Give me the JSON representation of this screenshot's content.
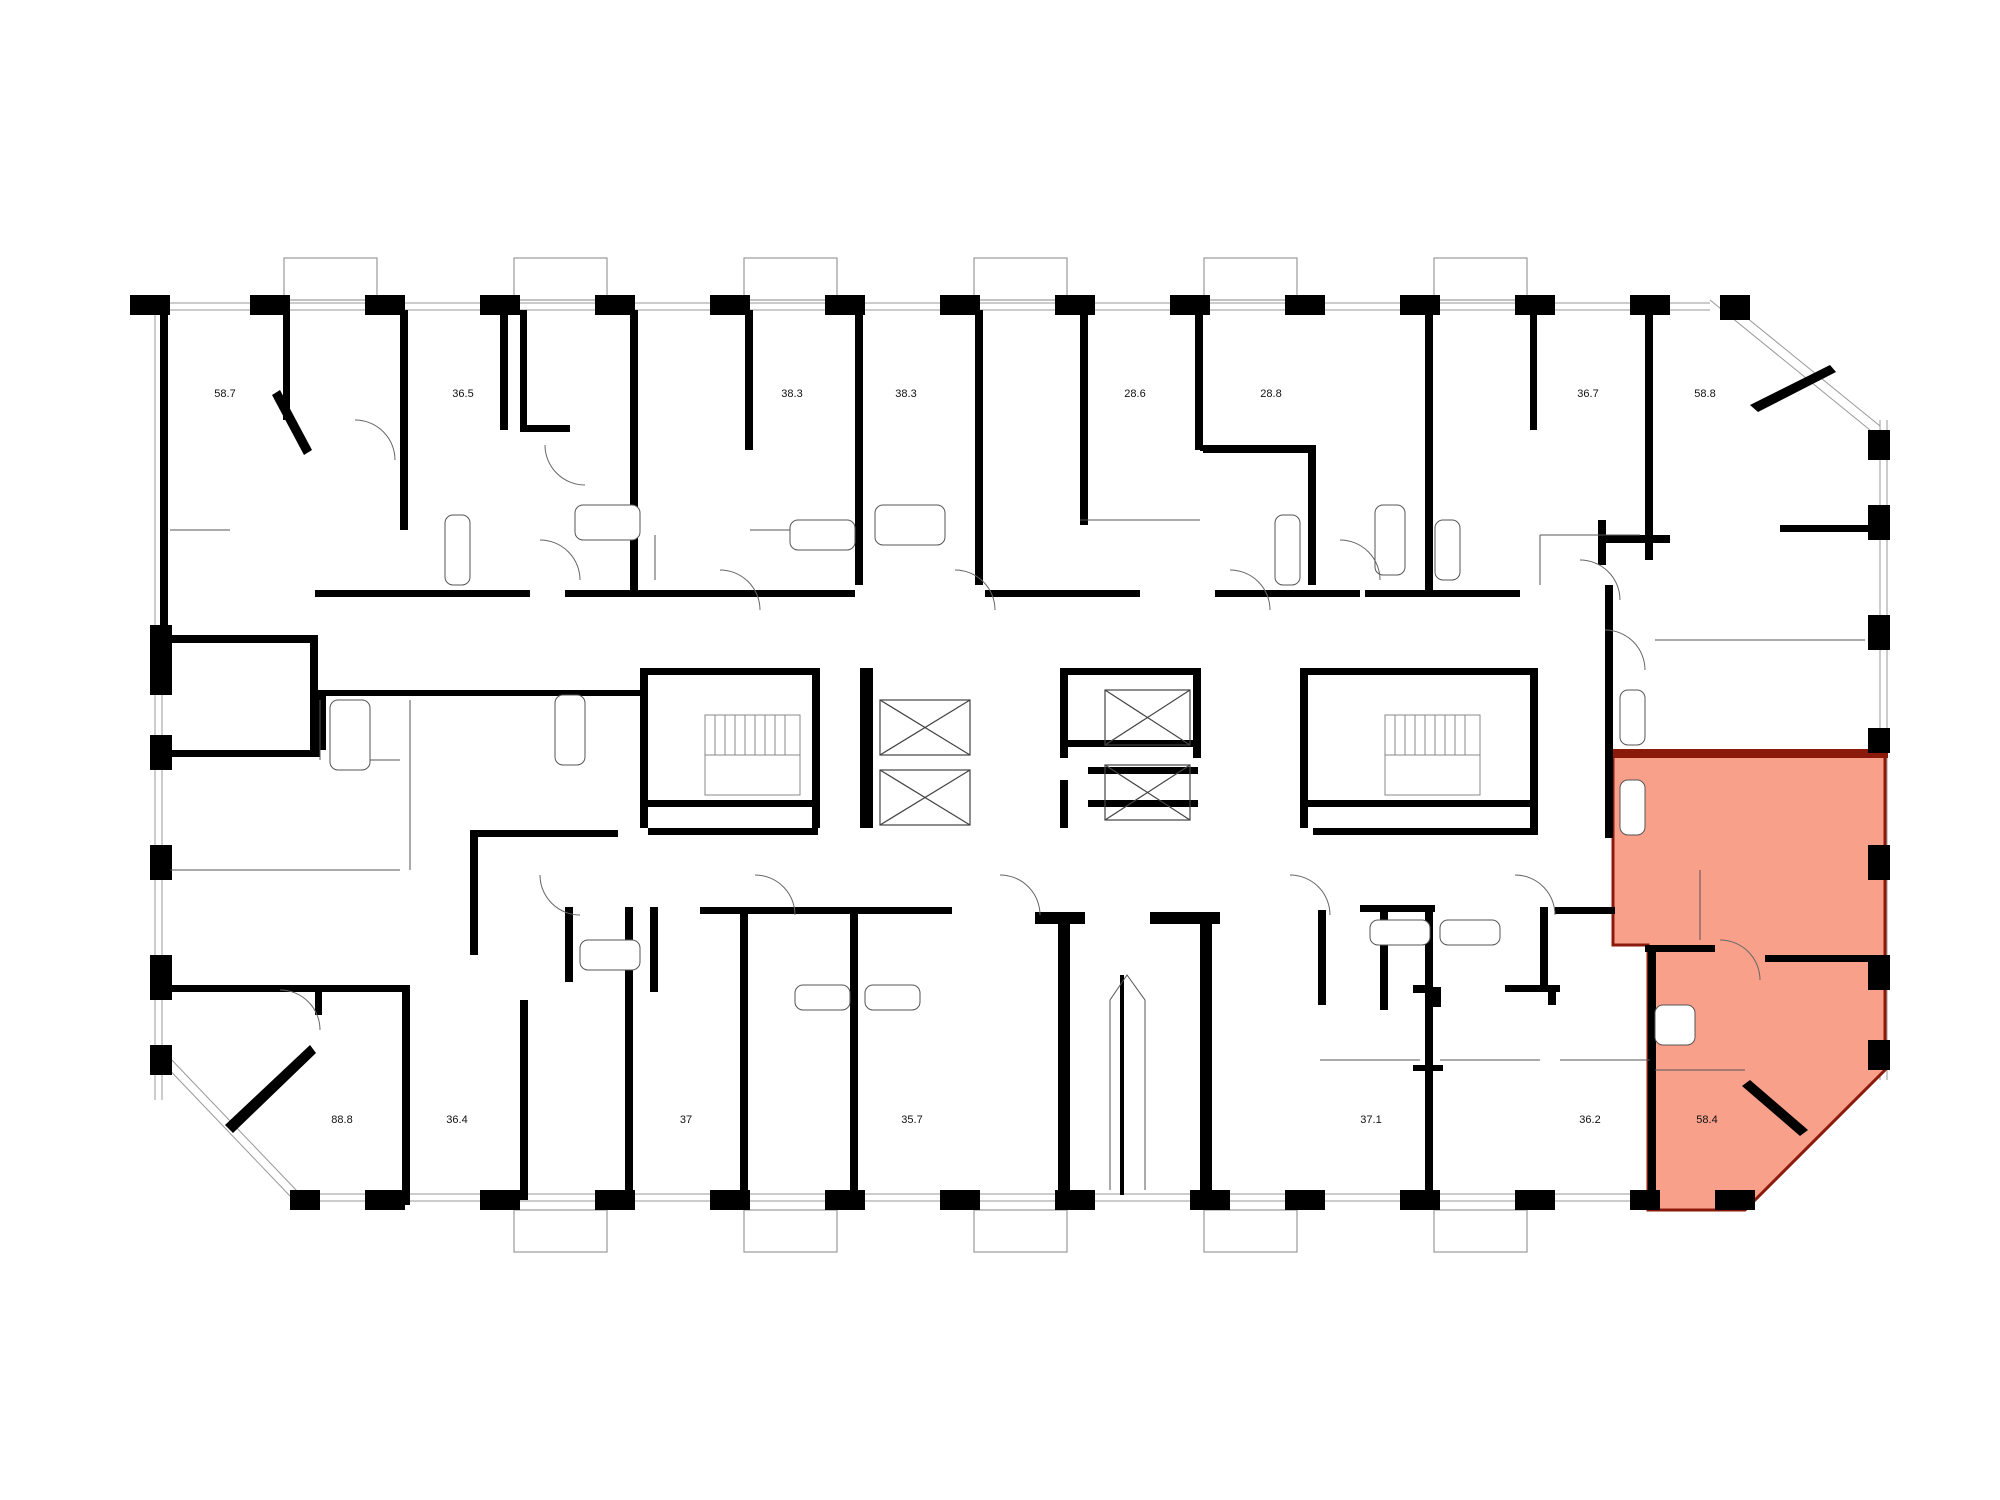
{
  "floor_plan": {
    "highlight_color": "#F8A08A",
    "highlight_outline": "#8B1A0A",
    "selected_apartment": {
      "area": "58.4"
    },
    "apartments_top": [
      {
        "id": "t1",
        "area": "58.7"
      },
      {
        "id": "t2",
        "area": "36.5"
      },
      {
        "id": "t3",
        "area": "38.3"
      },
      {
        "id": "t4",
        "area": "38.3"
      },
      {
        "id": "t5",
        "area": "28.6"
      },
      {
        "id": "t6",
        "area": "28.8"
      },
      {
        "id": "t7",
        "area": "36.7"
      },
      {
        "id": "t8",
        "area": "58.8"
      }
    ],
    "apartments_bottom": [
      {
        "id": "b1",
        "area": "88.8"
      },
      {
        "id": "b2",
        "area": "36.4"
      },
      {
        "id": "b3",
        "area": "37"
      },
      {
        "id": "b4",
        "area": "35.7"
      },
      {
        "id": "b5",
        "area": "37.1"
      },
      {
        "id": "b6",
        "area": "36.2"
      }
    ]
  }
}
